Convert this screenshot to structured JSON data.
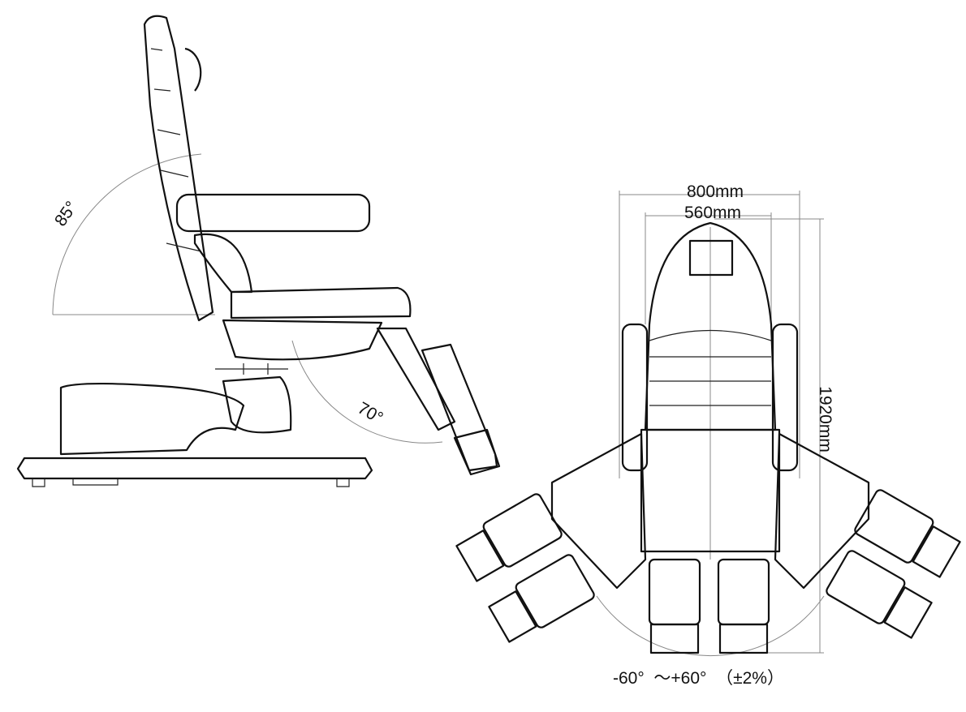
{
  "side_view": {
    "backrest_angle": "85°",
    "legrest_angle": "70°"
  },
  "top_view": {
    "overall_width": "800mm",
    "seat_width": "560mm",
    "overall_length": "1920mm",
    "leg_rotation_range": "-60°  ～+60°  （±2%）"
  }
}
